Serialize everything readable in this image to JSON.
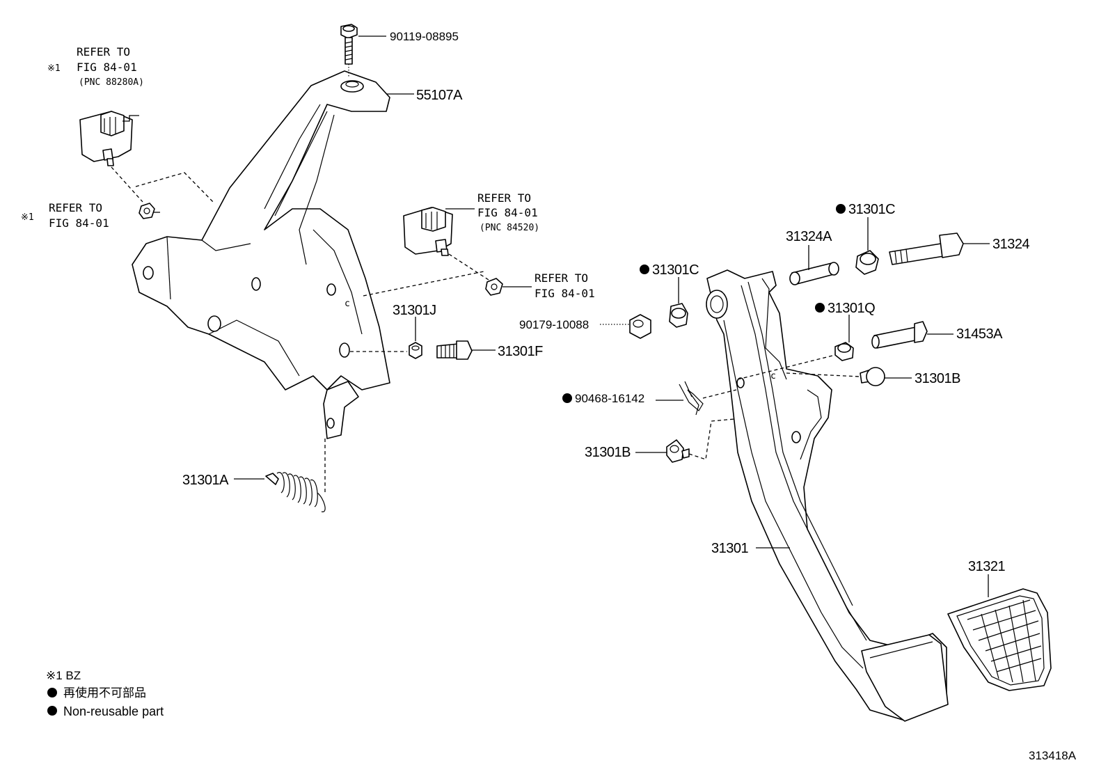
{
  "refer": {
    "l1": "REFER TO",
    "l2": "FIG 84-01",
    "pnc1": "(PNC 88280A)",
    "pnc2": "(PNC 84520)",
    "mark": "※1"
  },
  "parts": {
    "p90119": "90119-08895",
    "p55107A": "55107A",
    "p31301J": "31301J",
    "p31301F": "31301F",
    "p31301A": "31301A",
    "p31301C_a": "31301C",
    "p31301C_b": "31301C",
    "p31324A": "31324A",
    "p31324": "31324",
    "p90179": "90179-10088",
    "p31301Q": "31301Q",
    "p31453A": "31453A",
    "p31301B_a": "31301B",
    "p31301B_b": "31301B",
    "p90468": "90468-16142",
    "p31301": "31301",
    "p31321": "31321"
  },
  "legend": {
    "note1": "※1  BZ",
    "note2": "再使用不可部品",
    "note3": "Non-reusable part"
  },
  "figure_id": "313418A"
}
